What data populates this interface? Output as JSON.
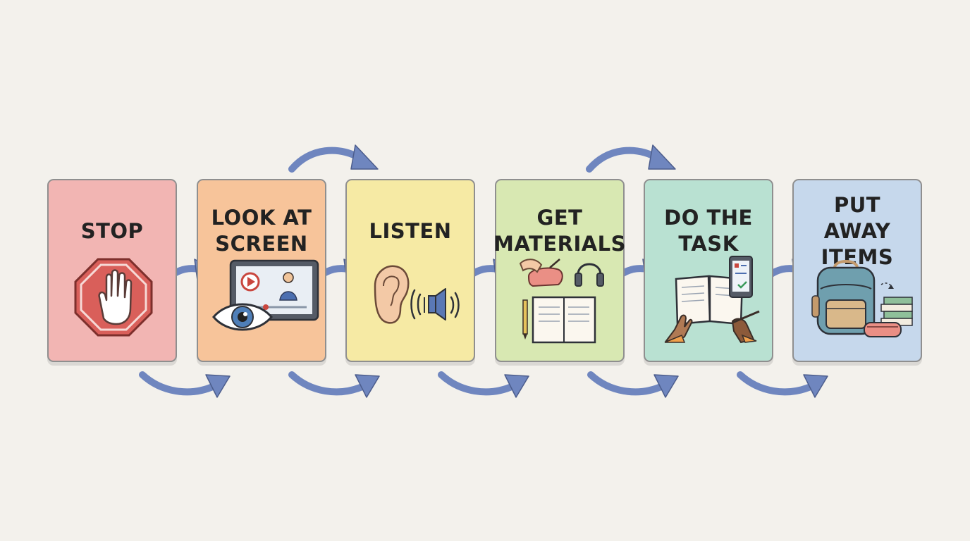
{
  "steps": [
    {
      "label": "STOP",
      "color": "#f2b5b3",
      "icon": "stop-hand-icon"
    },
    {
      "label": "LOOK AT SCREEN",
      "color": "#f7c49a",
      "icon": "screen-eye-icon"
    },
    {
      "label": "LISTEN",
      "color": "#f6eaa4",
      "icon": "ear-speaker-icon"
    },
    {
      "label": "GET MATERIALS",
      "color": "#d8e8b2",
      "icon": "materials-icon"
    },
    {
      "label": "DO THE TASK",
      "color": "#b9e1d2",
      "icon": "task-icon"
    },
    {
      "label": "PUT AWAY ITEMS",
      "color": "#c6d8ec",
      "icon": "backpack-icon"
    }
  ],
  "arrow_color": "#6f86bf"
}
